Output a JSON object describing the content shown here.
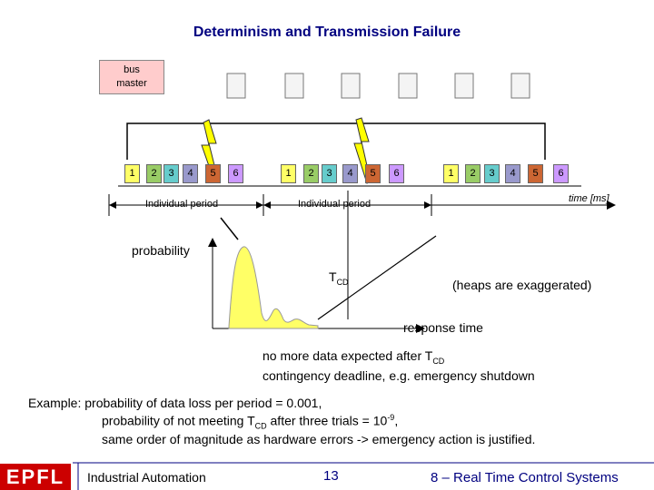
{
  "title": "Determinism and Transmission Failure",
  "bus_master": {
    "label_line1": "bus",
    "label_line2": "master"
  },
  "master_messages": [
    "1",
    "2",
    "3",
    "4",
    "5",
    "6"
  ],
  "slave_slots": [
    [
      "1",
      "2",
      "3",
      "4",
      "5",
      "6"
    ],
    [
      "1",
      "2",
      "3",
      "4",
      "5",
      "6"
    ],
    [
      "1",
      "2",
      "3",
      "4",
      "5",
      "6"
    ]
  ],
  "slot_colors": [
    "#ffff66",
    "#99cc66",
    "#66cccc",
    "#9999cc",
    "#cc6633",
    "#cc99ff"
  ],
  "period_labels": [
    "Individual period",
    "Individual period"
  ],
  "time_label": "time [ms]",
  "probability_label": "probability",
  "tcd": {
    "main": "T",
    "sub": "CD"
  },
  "heaps_note": "(heaps are exaggerated)",
  "response_time_label": "response time",
  "notes": {
    "line1_main": "no more data expected after T",
    "line1_sub": "CD",
    "line2": "contingency deadline, e.g. emergency shutdown"
  },
  "example": {
    "line1": "Example: probability of data loss per period = 0.001,",
    "line2_a": "probability of not meeting T",
    "line2_sub": "CD",
    "line2_b": " after three trials = 10",
    "line2_sup": "-9",
    "line2_c": ",",
    "line3": "same order of magnitude as hardware errors -> emergency action is justified."
  },
  "footer": {
    "logo": "EPFL",
    "left": "Industrial Automation",
    "page": "13",
    "right": "8 – Real Time Control Systems"
  }
}
